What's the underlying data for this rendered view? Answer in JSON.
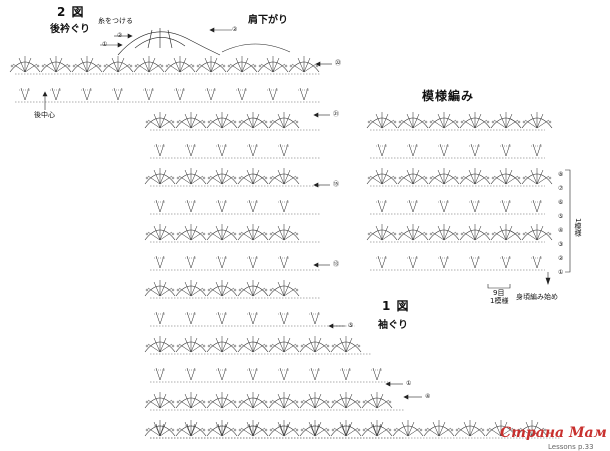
{
  "fig2": {
    "title": "2 図",
    "subtitle": "後衿ぐり",
    "yarn_attach": "糸をつける",
    "shoulder": "肩下がり",
    "back_center": "後中心",
    "rows": [
      "①",
      "②",
      "㉒",
      "㉑",
      "⑮",
      "⑬",
      "⑤"
    ]
  },
  "fig1": {
    "title": "1 図",
    "subtitle": "袖ぐり",
    "rows": [
      "①",
      "④"
    ]
  },
  "pattern": {
    "title": "模様編み",
    "rows": [
      "⑧",
      "⑦",
      "⑥",
      "⑤",
      "④",
      "③",
      "②",
      "①"
    ],
    "repeat_label": "1模様",
    "stitch_count": "9目",
    "stitch_label": "1模様",
    "start_label": "身頃編み始め"
  },
  "footer": {
    "page_ref": "Lessons p.33"
  },
  "watermark": {
    "text": "Страна Мам"
  }
}
